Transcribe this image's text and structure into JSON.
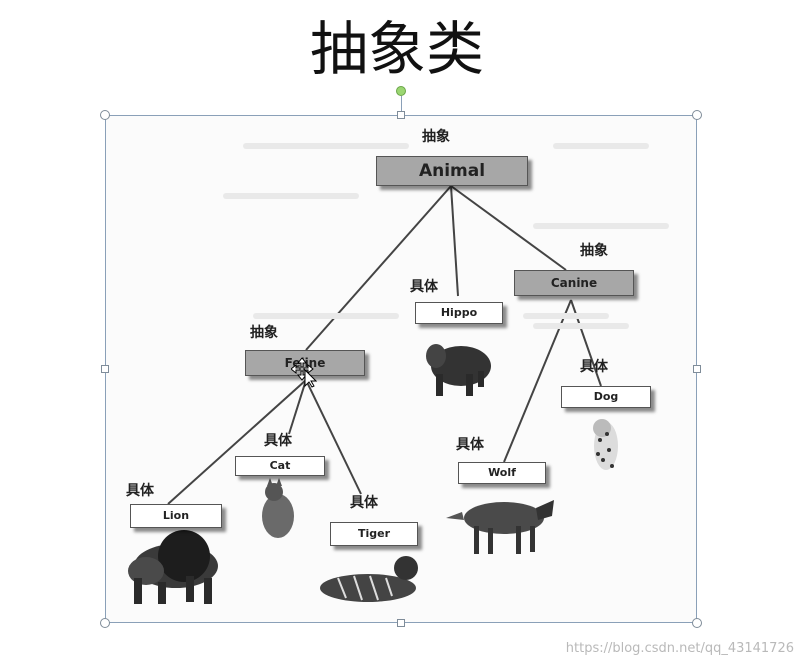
{
  "slide": {
    "title": "抽象类"
  },
  "diagram": {
    "labels": {
      "abstract": "抽象",
      "concrete": "具体"
    },
    "nodes": {
      "animal": "Animal",
      "feline": "Feline",
      "canine": "Canine",
      "hippo": "Hippo",
      "lion": "Lion",
      "cat": "Cat",
      "tiger": "Tiger",
      "wolf": "Wolf",
      "dog": "Dog"
    }
  },
  "watermark": "https://blog.csdn.net/qq_43141726",
  "colors": {
    "abstract_fill": "#a7a7a7",
    "concrete_fill": "#ffffff",
    "line": "#444444",
    "rotate_handle": "#9bd672"
  }
}
